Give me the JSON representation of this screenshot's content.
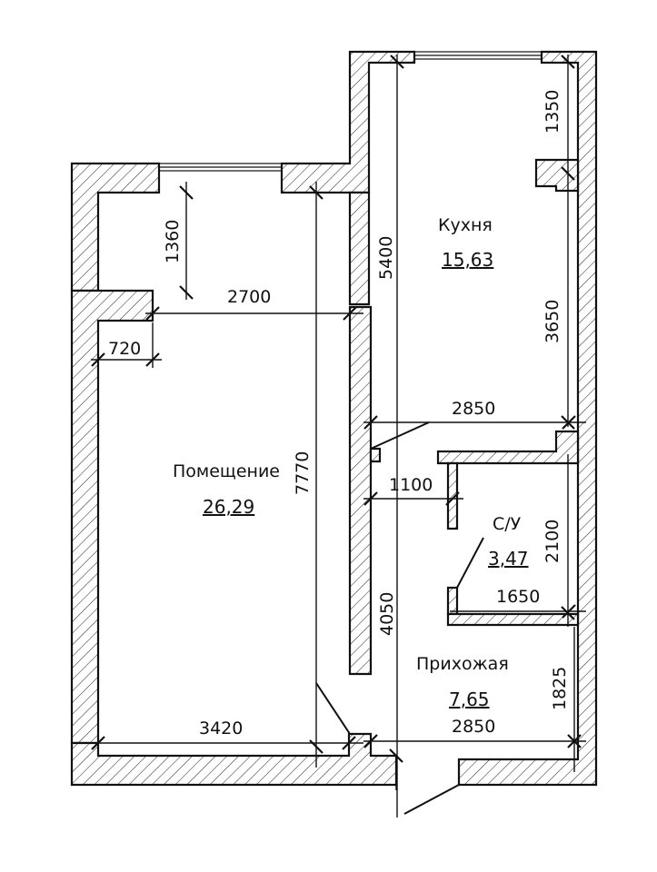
{
  "rooms": {
    "living": {
      "name": "Помещение",
      "area": "26,29"
    },
    "kitchen": {
      "name": "Кухня",
      "area": "15,63"
    },
    "bathroom": {
      "name": "С/У",
      "area": "3,47"
    },
    "hallway": {
      "name": "Прихожая",
      "area": "7,65"
    }
  },
  "dimensions": {
    "d1360": "1360",
    "d2700": "2700",
    "d720": "720",
    "d7770": "7770",
    "d3420": "3420",
    "d5400": "5400",
    "d1350": "1350",
    "d3650": "3650",
    "d2850_top": "2850",
    "d1100": "1100",
    "d2100": "2100",
    "d1650": "1650",
    "d4050": "4050",
    "d1825": "1825",
    "d2850_bottom": "2850"
  }
}
